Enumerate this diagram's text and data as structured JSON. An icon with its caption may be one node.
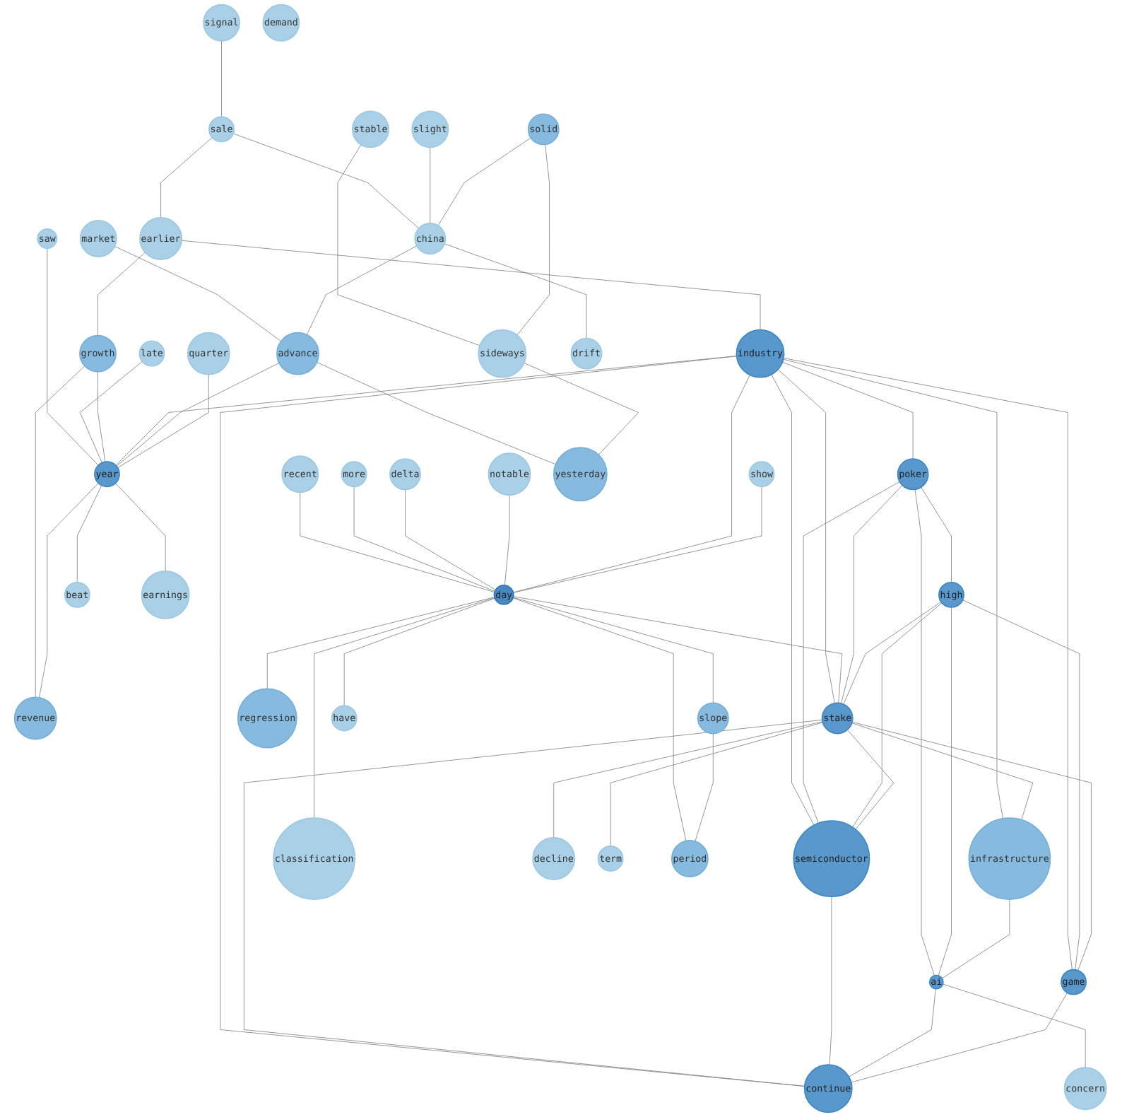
{
  "diagram": {
    "nodes": [
      {
        "text": [
          "signal"
        ]
      },
      {
        "text": [
          "saw"
        ]
      },
      {
        "text": [
          "sale"
        ]
      },
      {
        "text": [
          "recent"
        ]
      },
      {
        "text": [
          "slight"
        ]
      },
      {
        "text": [
          "late"
        ]
      },
      {
        "text": [
          "earlier"
        ]
      },
      {
        "text": [
          "more"
        ]
      },
      {
        "text": [
          "stable"
        ]
      },
      {
        "text": [
          "delta"
        ]
      },
      {
        "text": [
          "growth"
        ]
      },
      {
        "text": [
          "demand"
        ]
      },
      {
        "text": [
          "notable"
        ]
      },
      {
        "text": [
          "market"
        ]
      },
      {
        "text": [
          "industry"
        ]
      },
      {
        "text": [
          "solid"
        ]
      },
      {
        "text": [
          "china"
        ]
      },
      {
        "text": [
          "advance"
        ]
      },
      {
        "text": [
          "quarter"
        ]
      },
      {
        "text": [
          "show"
        ]
      },
      {
        "text": [
          "year"
        ]
      },
      {
        "text": [
          "revenue"
        ]
      },
      {
        "text": [
          "day"
        ]
      },
      {
        "text": [
          "slope"
        ]
      },
      {
        "text": [
          "regression"
        ]
      },
      {
        "text": [
          "sideways"
        ]
      },
      {
        "text": [
          "poker"
        ]
      },
      {
        "text": [
          "drift"
        ]
      },
      {
        "text": [
          "high"
        ]
      },
      {
        "text": [
          "stake"
        ]
      },
      {
        "text": [
          "semiconductor"
        ]
      },
      {
        "text": [
          "have"
        ]
      },
      {
        "text": [
          "yesterday"
        ]
      },
      {
        "text": [
          "infrastructure"
        ]
      },
      {
        "text": [
          "ai"
        ]
      },
      {
        "text": [
          "classification"
        ]
      },
      {
        "text": [
          "beat"
        ]
      },
      {
        "text": [
          "game"
        ]
      },
      {
        "text": [
          "continue"
        ]
      },
      {
        "text": [
          "decline"
        ]
      },
      {
        "text": [
          "earnings"
        ]
      },
      {
        "text": [
          "concern"
        ]
      },
      {
        "text": [
          "term"
        ]
      },
      {
        "text": [
          "period"
        ]
      }
    ],
    "edges": [
      {
        "from": 0,
        "to": 2,
        "arrow": "none"
      },
      {
        "from": 1,
        "to": 20,
        "arrow": "none"
      },
      {
        "from": 2,
        "to": 6,
        "arrow": "none"
      },
      {
        "from": 2,
        "to": 16,
        "arrow": "none"
      },
      {
        "from": 3,
        "to": 22,
        "arrow": "none"
      },
      {
        "from": 4,
        "to": 16,
        "arrow": "none"
      },
      {
        "from": 5,
        "to": 20,
        "arrow": "none"
      },
      {
        "from": 6,
        "to": 10,
        "arrow": "none"
      },
      {
        "from": 6,
        "to": 14,
        "arrow": "none"
      },
      {
        "from": 7,
        "to": 22,
        "arrow": "none"
      },
      {
        "from": 8,
        "to": 25,
        "arrow": "none"
      },
      {
        "from": 9,
        "to": 22,
        "arrow": "none"
      },
      {
        "from": 10,
        "to": 20,
        "arrow": "none"
      },
      {
        "from": 10,
        "to": 21,
        "arrow": "none"
      },
      {
        "from": 12,
        "to": 22,
        "arrow": "none"
      },
      {
        "from": 13,
        "to": 17,
        "arrow": "none"
      },
      {
        "from": 14,
        "to": 20,
        "arrow": "none"
      },
      {
        "from": 14,
        "to": 22,
        "arrow": "none"
      },
      {
        "from": 14,
        "to": 26,
        "arrow": "none"
      },
      {
        "from": 14,
        "to": 29,
        "arrow": "none"
      },
      {
        "from": 14,
        "to": 30,
        "arrow": "none"
      },
      {
        "from": 14,
        "to": 33,
        "arrow": "none"
      },
      {
        "from": 14,
        "to": 37,
        "arrow": "none"
      },
      {
        "from": 14,
        "to": 38,
        "arrow": "none"
      },
      {
        "from": 15,
        "to": 16,
        "arrow": "none"
      },
      {
        "from": 15,
        "to": 25,
        "arrow": "none"
      },
      {
        "from": 16,
        "to": 17,
        "arrow": "none"
      },
      {
        "from": 16,
        "to": 27,
        "arrow": "none"
      },
      {
        "from": 17,
        "to": 20,
        "arrow": "none"
      },
      {
        "from": 17,
        "to": 32,
        "arrow": "none"
      },
      {
        "from": 18,
        "to": 20,
        "arrow": "none"
      },
      {
        "from": 19,
        "to": 22,
        "arrow": "none"
      },
      {
        "from": 20,
        "to": 21,
        "arrow": "none"
      },
      {
        "from": 20,
        "to": 36,
        "arrow": "none"
      },
      {
        "from": 20,
        "to": 40,
        "arrow": "none"
      },
      {
        "from": 22,
        "to": 23,
        "arrow": "none"
      },
      {
        "from": 22,
        "to": 24,
        "arrow": "none"
      },
      {
        "from": 22,
        "to": 29,
        "arrow": "none"
      },
      {
        "from": 22,
        "to": 31,
        "arrow": "none"
      },
      {
        "from": 22,
        "to": 35,
        "arrow": "none"
      },
      {
        "from": 22,
        "to": 43,
        "arrow": "none"
      },
      {
        "from": 23,
        "to": 43,
        "arrow": "none"
      },
      {
        "from": 25,
        "to": 32,
        "arrow": "none"
      },
      {
        "from": 26,
        "to": 28,
        "arrow": "none"
      },
      {
        "from": 26,
        "to": 29,
        "arrow": "none"
      },
      {
        "from": 26,
        "to": 30,
        "arrow": "none"
      },
      {
        "from": 26,
        "to": 34,
        "arrow": "none"
      },
      {
        "from": 28,
        "to": 29,
        "arrow": "none"
      },
      {
        "from": 28,
        "to": 30,
        "arrow": "none"
      },
      {
        "from": 28,
        "to": 34,
        "arrow": "none"
      },
      {
        "from": 28,
        "to": 37,
        "arrow": "none"
      },
      {
        "from": 29,
        "to": 30,
        "arrow": "none"
      },
      {
        "from": 29,
        "to": 33,
        "arrow": "none"
      },
      {
        "from": 29,
        "to": 37,
        "arrow": "none"
      },
      {
        "from": 29,
        "to": 38,
        "arrow": "none"
      },
      {
        "from": 29,
        "to": 39,
        "arrow": "none"
      },
      {
        "from": 29,
        "to": 42,
        "arrow": "none"
      },
      {
        "from": 30,
        "to": 38,
        "arrow": "none"
      },
      {
        "from": 33,
        "to": 34,
        "arrow": "none"
      },
      {
        "from": 34,
        "to": 38,
        "arrow": "none"
      },
      {
        "from": 34,
        "to": 41,
        "arrow": "none"
      },
      {
        "from": 37,
        "to": 38,
        "arrow": "none"
      }
    ]
  }
}
